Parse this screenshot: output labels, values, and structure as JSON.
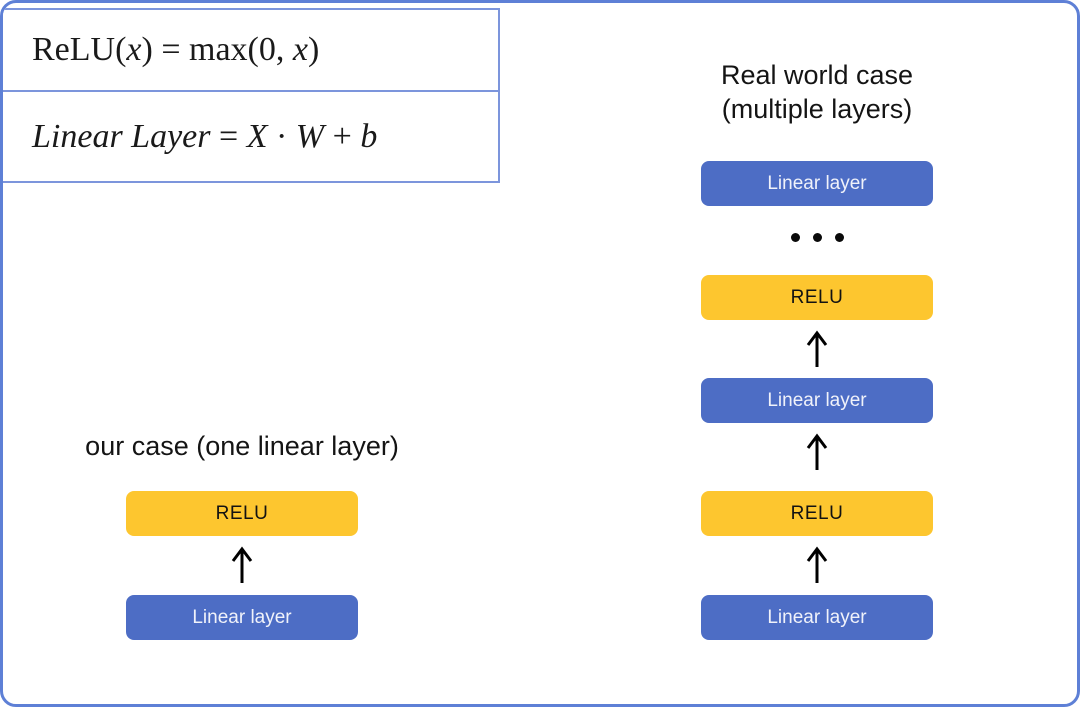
{
  "colors": {
    "frame_border": "#5e80d6",
    "formula_box_border": "#7c95dc",
    "linear_box_fill": "#4d6dc5",
    "linear_box_text": "#f0f2fa",
    "relu_box_fill": "#fdc62f",
    "relu_box_text": "#121212",
    "arrow": "#000000",
    "dots": "#0a0a0a",
    "title_text": "#141414",
    "background": "#ffffff"
  },
  "formulas": {
    "relu": {
      "parts": [
        {
          "text": "ReLU(",
          "italic": false
        },
        {
          "text": "x",
          "italic": true
        },
        {
          "text": ") = max(0, ",
          "italic": false
        },
        {
          "text": "x",
          "italic": true
        },
        {
          "text": ")",
          "italic": false
        }
      ]
    },
    "linear": {
      "parts": [
        {
          "text": "Linear Layer",
          "italic": true
        },
        {
          "text": " = ",
          "italic": false
        },
        {
          "text": "X",
          "italic": true
        },
        {
          "text": " · ",
          "italic": false
        },
        {
          "text": "W",
          "italic": true
        },
        {
          "text": " + ",
          "italic": false
        },
        {
          "text": "b",
          "italic": true
        }
      ]
    }
  },
  "left_section": {
    "title": "our case (one linear layer)",
    "layers": [
      {
        "label": "RELU",
        "kind": "relu"
      },
      {
        "label": "Linear layer",
        "kind": "linear"
      }
    ]
  },
  "right_section": {
    "title_line1": "Real world case",
    "title_line2": "(multiple layers)",
    "layers": [
      {
        "label": "Linear layer",
        "kind": "linear"
      },
      {
        "label": "RELU",
        "kind": "relu"
      },
      {
        "label": "Linear layer",
        "kind": "linear"
      },
      {
        "label": "RELU",
        "kind": "relu"
      },
      {
        "label": "Linear layer",
        "kind": "linear"
      }
    ]
  }
}
